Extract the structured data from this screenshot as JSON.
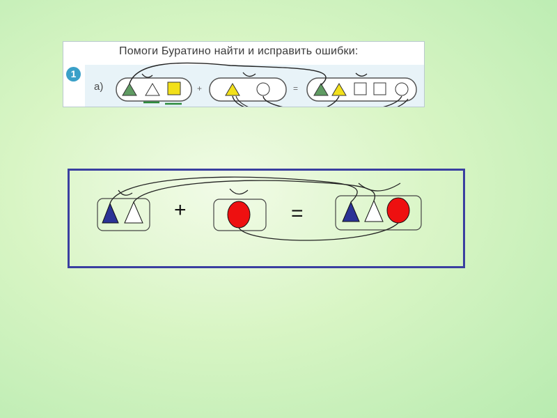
{
  "task": {
    "number": "1",
    "title": "Помоги Буратино найти и исправить ошибки:",
    "item_label": "а)",
    "plus": "+",
    "equals": "="
  },
  "solution": {
    "plus": "+",
    "equals": "="
  },
  "colors": {
    "green_shape": "#5f9b62",
    "yellow_shape": "#f2e01a",
    "blue_triangle": "#2b3396",
    "red_circle": "#ee1010",
    "frame_border": "#3a3fa0",
    "number_badge": "#3aa0c8"
  }
}
